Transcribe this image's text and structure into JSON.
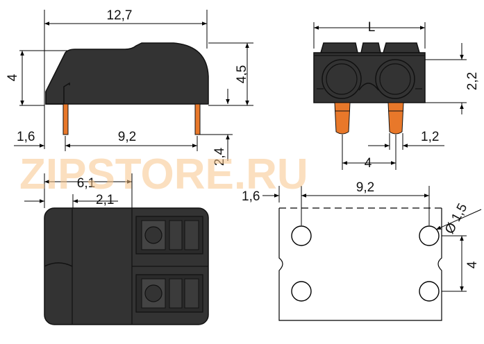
{
  "watermark": {
    "text": "ZIPSTORE.RU",
    "color": "#f7c48a"
  },
  "colors": {
    "body": "#333333",
    "outline": "#111111",
    "pin": "#e8782a",
    "line": "#000000"
  },
  "side_view": {
    "width": "12,7",
    "height_left": "4",
    "height_right": "4,5",
    "offset": "1,6",
    "pitch": "9,2",
    "pin_length": "2,4"
  },
  "front_view": {
    "length": "L",
    "height": "2,2",
    "pin_spacing": "4",
    "pin_width": "1,2"
  },
  "top_view": {
    "overall": "6,1",
    "inner": "2,1"
  },
  "pcb_layout": {
    "offset": "1,6",
    "pitch": "9,2",
    "hole_diameter": "Ø 1,5",
    "row_spacing": "4"
  }
}
